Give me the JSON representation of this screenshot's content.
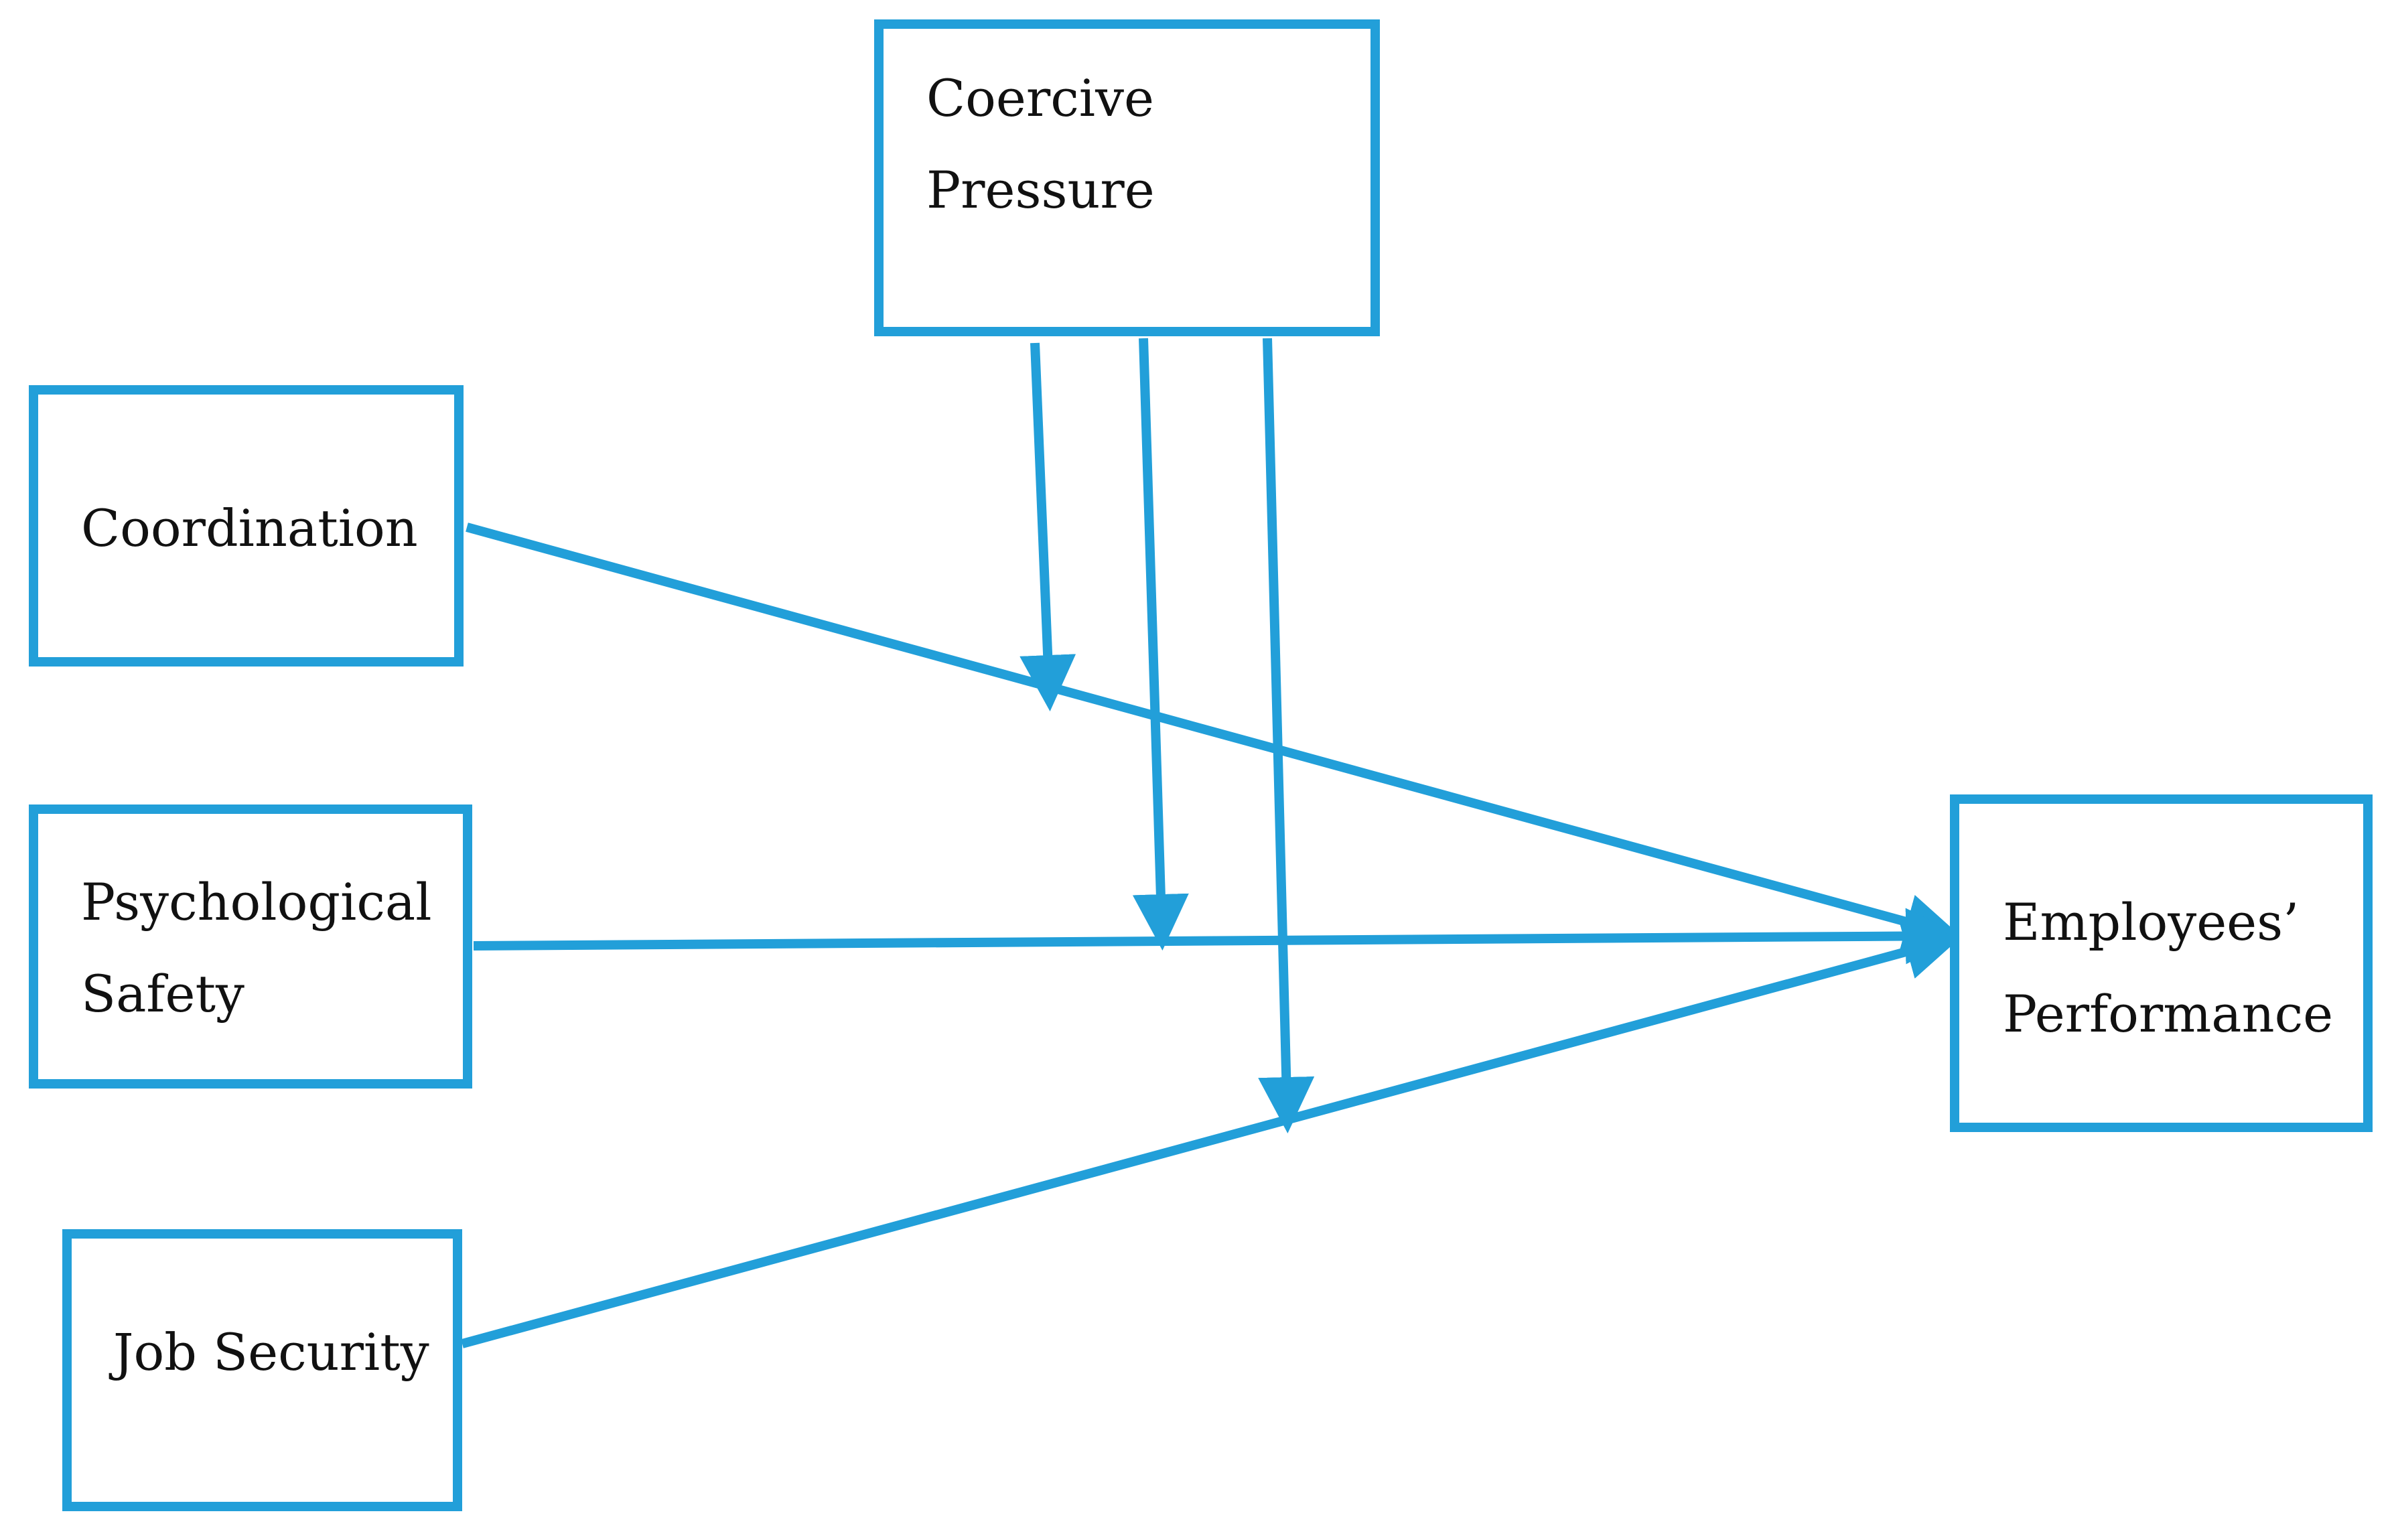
{
  "nodes": {
    "coercive_pressure": {
      "line1": "Coercive",
      "line2": "Pressure"
    },
    "coordination": {
      "line1": "Coordination"
    },
    "psychological_safety": {
      "line1": "Psychological",
      "line2": "Safety"
    },
    "job_security": {
      "line1": "Job Security"
    },
    "employees_performance": {
      "line1": "Employees’",
      "line2": "Performance"
    }
  },
  "colors": {
    "accent": "#229fd9",
    "text": "#111111",
    "background": "#ffffff"
  }
}
